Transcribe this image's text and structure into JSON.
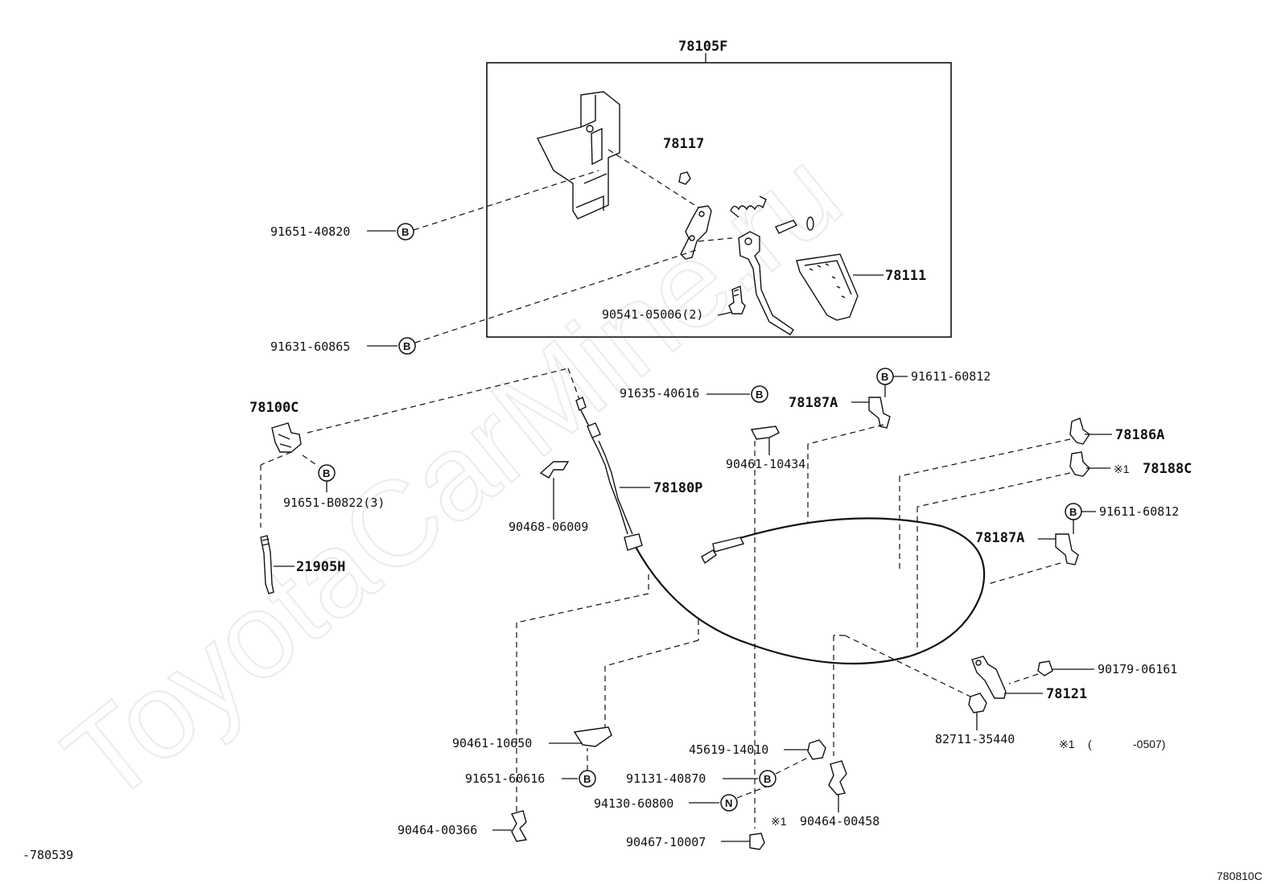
{
  "watermark": "ToyotaCarMine.ru",
  "group_label": "78105F",
  "parts": {
    "p78117": "78117",
    "p78111": "78111",
    "p91651_40820": "91651-40820",
    "p91631_60865": "91631-60865",
    "p90541_05006": "90541-05006(2)",
    "p78100C": "78100C",
    "p91651_B0822": "91651-B0822(3)",
    "p21905H": "21905H",
    "p78180P": "78180P",
    "p90468_06009": "90468-06009",
    "p91635_40616": "91635-40616",
    "p90461_10434": "90461-10434",
    "p78187A_top": "78187A",
    "p91611_60812_top": "91611-60812",
    "p78186A": "78186A",
    "p78188C": "78188C",
    "p78188C_mark": "※1",
    "p91611_60812_mid": "91611-60812",
    "p78187A_mid": "78187A",
    "p90179_06161": "90179-06161",
    "p78121": "78121",
    "p82711_35440": "82711-35440",
    "p90461_10650": "90461-10650",
    "p91651_60616": "91651-60616",
    "p90464_00366": "90464-00366",
    "p45619_14010": "45619-14010",
    "p91131_40870": "91131-40870",
    "p94130_60800": "94130-60800",
    "p90467_10007": "90467-10007",
    "p90464_00458": "90464-00458",
    "p90464_00458_mark": "※1"
  },
  "badges": {
    "bolt": "B",
    "nut": "N"
  },
  "footnote": {
    "mark": "※1",
    "open": "(",
    "range": "-0507)"
  },
  "footer_left": "-780539",
  "footer_right": "780810C"
}
